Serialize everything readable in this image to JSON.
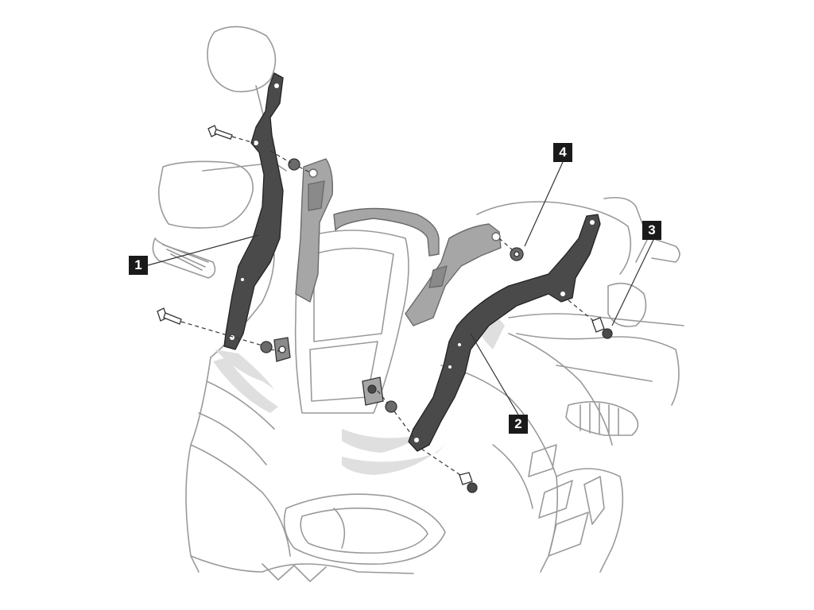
{
  "callouts": [
    {
      "id": "1",
      "label": "1"
    },
    {
      "id": "2",
      "label": "2"
    },
    {
      "id": "3",
      "label": "3"
    },
    {
      "id": "4",
      "label": "4"
    }
  ],
  "colors": {
    "outline": "#9a9a9a",
    "bracket": "#4a4a4a",
    "frame": "#a6a6a6",
    "highlight": "#dcdcdc",
    "callout_bg": "#1a1a1a",
    "callout_text": "#ffffff"
  }
}
